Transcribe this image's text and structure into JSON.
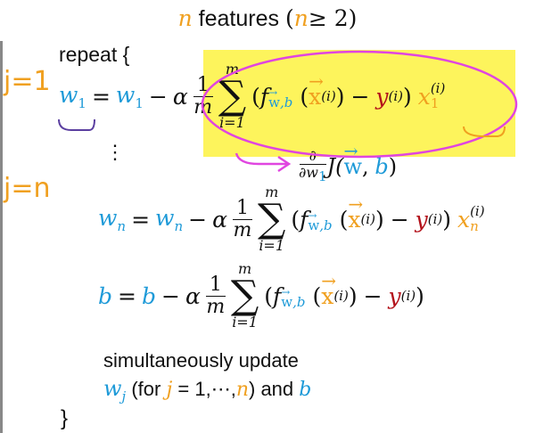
{
  "title": {
    "n": "n",
    "features": "features",
    "cond_open": "(",
    "cond_n": "n",
    "cond_rest": "≥ 2)"
  },
  "repeat_label": "repeat {",
  "close_brace": "}",
  "annotations": {
    "j1": "j=1",
    "jn": "j=n",
    "dots": "⋮"
  },
  "derivative": {
    "partial": "∂",
    "wrt": "∂w",
    "wrt_sub": "1",
    "J": "J(",
    "w": "w",
    "comma": ",",
    "b": "b",
    "close": ")"
  },
  "eq_common": {
    "eq": "=",
    "minus": "−",
    "alpha": "α",
    "one": "1",
    "m": "m",
    "sum_top": "m",
    "sum_bottom": "i=1",
    "sigma": "∑",
    "lp": "(",
    "rp": ")",
    "f": "f",
    "fsub_w": "w",
    "fsub_b": ",b",
    "x": "x",
    "sup_i": "(i)",
    "y": "y"
  },
  "eq1": {
    "lhs": "w",
    "lhs_sub": "1",
    "rhs": "w",
    "rhs_sub": "1",
    "x_sub": "1"
  },
  "eq2": {
    "lhs": "w",
    "lhs_sub": "n",
    "rhs": "w",
    "rhs_sub": "n",
    "x_sub": "n"
  },
  "eq3": {
    "lhs": "b",
    "rhs": "b"
  },
  "footer": {
    "line1": "simultaneously update",
    "wj": "w",
    "wj_sub": "j",
    "for": "(for",
    "j": "j",
    "eq": "= 1,⋯,",
    "n": "n",
    "and": ") and",
    "b": "b"
  },
  "colors": {
    "blue": "#1e9ad8",
    "orange": "#f0a020",
    "red": "#b3121b",
    "highlight": "#fdf45c",
    "magenta": "#e045e0",
    "purple": "#5b3fa0"
  }
}
